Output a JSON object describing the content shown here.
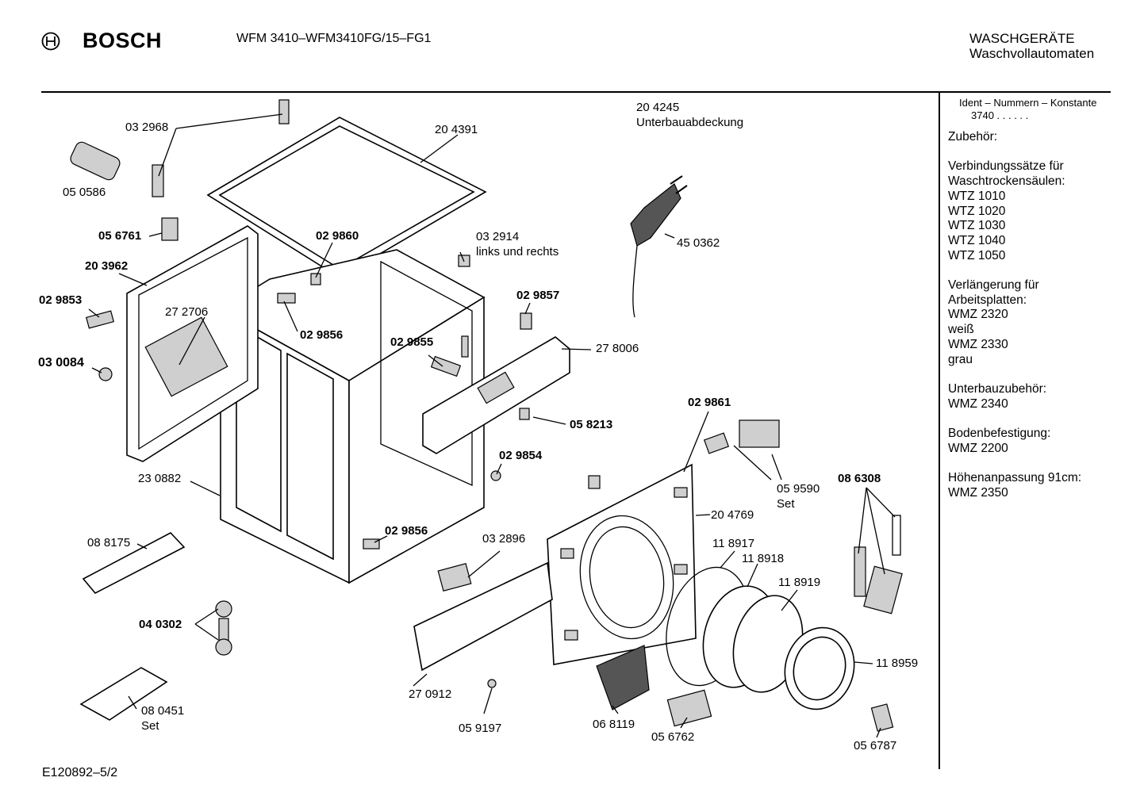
{
  "header": {
    "brand": "BOSCH",
    "model": "WFM 3410–WFM3410FG/15–FG1",
    "category": "WASCHGERÄTE",
    "subcategory": "Waschvollautomaten"
  },
  "footer": {
    "doc_id": "E120892–5/2"
  },
  "sidebar": {
    "ident_header": "Ident – Nummern – Konstante",
    "ident_value": "3740 . . . . . .",
    "lines": [
      "Zubehör:",
      "",
      "Verbindungssätze für",
      "Waschtrockensäulen:",
      "WTZ 1010",
      "WTZ 1020",
      "WTZ 1030",
      "WTZ 1040",
      "WTZ 1050",
      "",
      "Verlängerung für",
      "Arbeitsplatten:",
      "WMZ 2320",
      "weiß",
      "WMZ 2330",
      "grau",
      "",
      "Unterbauzubehör:",
      "WMZ 2340",
      "",
      "Bodenbefestigung:",
      "WMZ 2200",
      "",
      "Höhenanpassung  91cm:",
      "WMZ 2350"
    ]
  },
  "parts": [
    {
      "text": "03 2968",
      "bold": false
    },
    {
      "text": "20 4391",
      "bold": false
    },
    {
      "text": "20 4245",
      "bold": false
    },
    {
      "text": "Unterbauabdeckung",
      "bold": false
    },
    {
      "text": "05 0586",
      "bold": false
    },
    {
      "text": "05 6761",
      "bold": true
    },
    {
      "text": "02 9860",
      "bold": true
    },
    {
      "text": "03 2914",
      "bold": false
    },
    {
      "text": "links und rechts",
      "bold": false
    },
    {
      "text": "45 0362",
      "bold": false
    },
    {
      "text": "20 3962",
      "bold": true
    },
    {
      "text": "02 9853",
      "bold": true
    },
    {
      "text": "27 2706",
      "bold": false
    },
    {
      "text": "02 9856",
      "bold": true
    },
    {
      "text": "02 9857",
      "bold": true
    },
    {
      "text": "02 9855",
      "bold": true
    },
    {
      "text": "27 8006",
      "bold": false
    },
    {
      "text": "03 0084",
      "bold": true
    },
    {
      "text": "05 8213",
      "bold": true
    },
    {
      "text": "02 9861",
      "bold": true
    },
    {
      "text": "02 9854",
      "bold": true
    },
    {
      "text": "05 9590",
      "bold": false
    },
    {
      "text": "Set",
      "bold": false
    },
    {
      "text": "08 6308",
      "bold": true
    },
    {
      "text": "23 0882",
      "bold": false
    },
    {
      "text": "20 4769",
      "bold": false
    },
    {
      "text": "02 9856",
      "bold": true
    },
    {
      "text": "08 8175",
      "bold": false
    },
    {
      "text": "03 2896",
      "bold": false
    },
    {
      "text": "11 8917",
      "bold": false
    },
    {
      "text": "11 8918",
      "bold": false
    },
    {
      "text": "11 8919",
      "bold": false
    },
    {
      "text": "04 0302",
      "bold": true
    },
    {
      "text": "11 8959",
      "bold": false
    },
    {
      "text": "27 0912",
      "bold": false
    },
    {
      "text": "08 0451",
      "bold": false
    },
    {
      "text": "Set",
      "bold": false
    },
    {
      "text": "05 9197",
      "bold": false
    },
    {
      "text": "06 8119",
      "bold": false
    },
    {
      "text": "05 6762",
      "bold": false
    },
    {
      "text": "05 6787",
      "bold": false
    }
  ]
}
